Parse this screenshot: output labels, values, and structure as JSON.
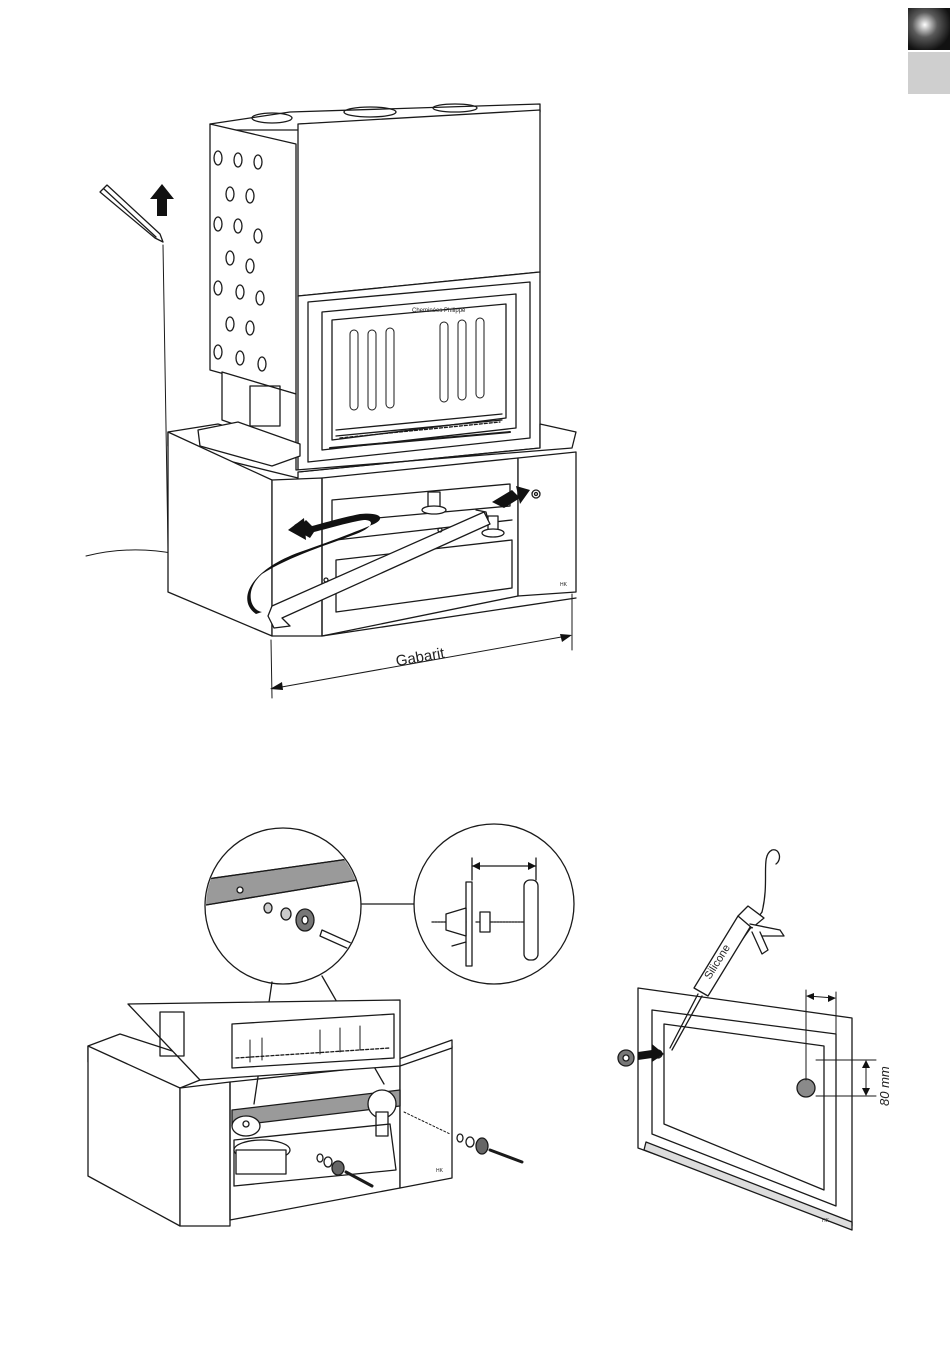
{
  "page": {
    "background": "#ffffff",
    "stroke_color": "#1a1a1a"
  },
  "language_tabs": {
    "active_color": "#111111",
    "inactive_color": "#cfcfcf"
  },
  "figure_top": {
    "brand_label": "Cheminées Philippe",
    "corner_mark": "HK",
    "dimension_label": "Gabarit"
  },
  "figure_bottom_left": {
    "corner_mark": "HK"
  },
  "figure_bottom_right": {
    "cartridge_label": "Silicone",
    "dimension_label": "80 mm",
    "corner_mark": "HK"
  },
  "icons": [
    "pencil-icon",
    "up-arrow-icon",
    "strap-arrow-icon",
    "silicone-gun-icon",
    "push-arrow-icon"
  ]
}
